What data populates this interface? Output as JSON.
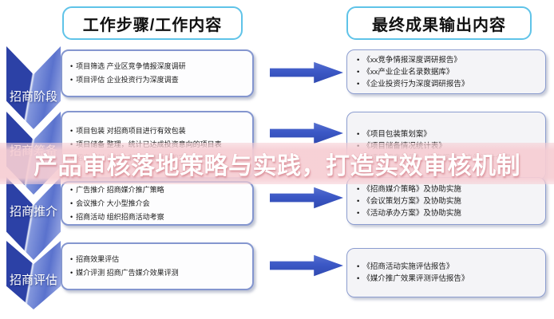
{
  "banner": {
    "title": "产品审核落地策略与实践，打造实效审核机制"
  },
  "headers": {
    "steps": "工作步骤/工作内容",
    "outputs": "最终成果输出内容"
  },
  "stages": [
    {
      "label": "招商阶段",
      "steps": [
        "项目筛选 产业区竞争情报深度调研",
        "项目评估 企业投资行为深度调查"
      ],
      "outputs": [
        "《xx竞争情报深度调研报告》",
        "《xx产业企业名录数据库》",
        "《企业投资行为深度调研报告》"
      ]
    },
    {
      "label": "招商筹备",
      "steps": [
        "项目包装 对招商项目进行有效包装",
        "项目储备 整理，统计已达成投资意向的项目表",
        "招商材料 编排，制作招商所需的宣传材料"
      ],
      "outputs": [
        "《项目包装策划案》",
        "《项目储备情况统计表》",
        "《项目招商手册》、招商视频、广告设计个案"
      ]
    },
    {
      "label": "招商推介",
      "steps": [
        "广告推介 招商媒介推广策略",
        "会议推介 大小型推介会",
        "招商活动 组织招商活动考察"
      ],
      "outputs": [
        "《招商媒介策略》及协助实施",
        "《会议策划方案》及协助实施",
        "《活动承办方案》及协助实施"
      ]
    },
    {
      "label": "招商评估",
      "steps": [
        "招商效果评估",
        "媒介评测 招商广告媒介效果评测"
      ],
      "outputs": [
        "《招商活动实施评估报告》",
        "《媒介推广效果评测评估报告》"
      ]
    }
  ],
  "colors": {
    "chevron_blue": "#3350bd",
    "chevron_dark": "#2c41a6",
    "chevron_light": "#a7b4e7",
    "arrow_blue": "#3c58c6",
    "header_border": "#5fc3e8",
    "box_border": "#8496cf",
    "banner_bg": "#f6cdd3",
    "banner_text": "#ffffff"
  }
}
